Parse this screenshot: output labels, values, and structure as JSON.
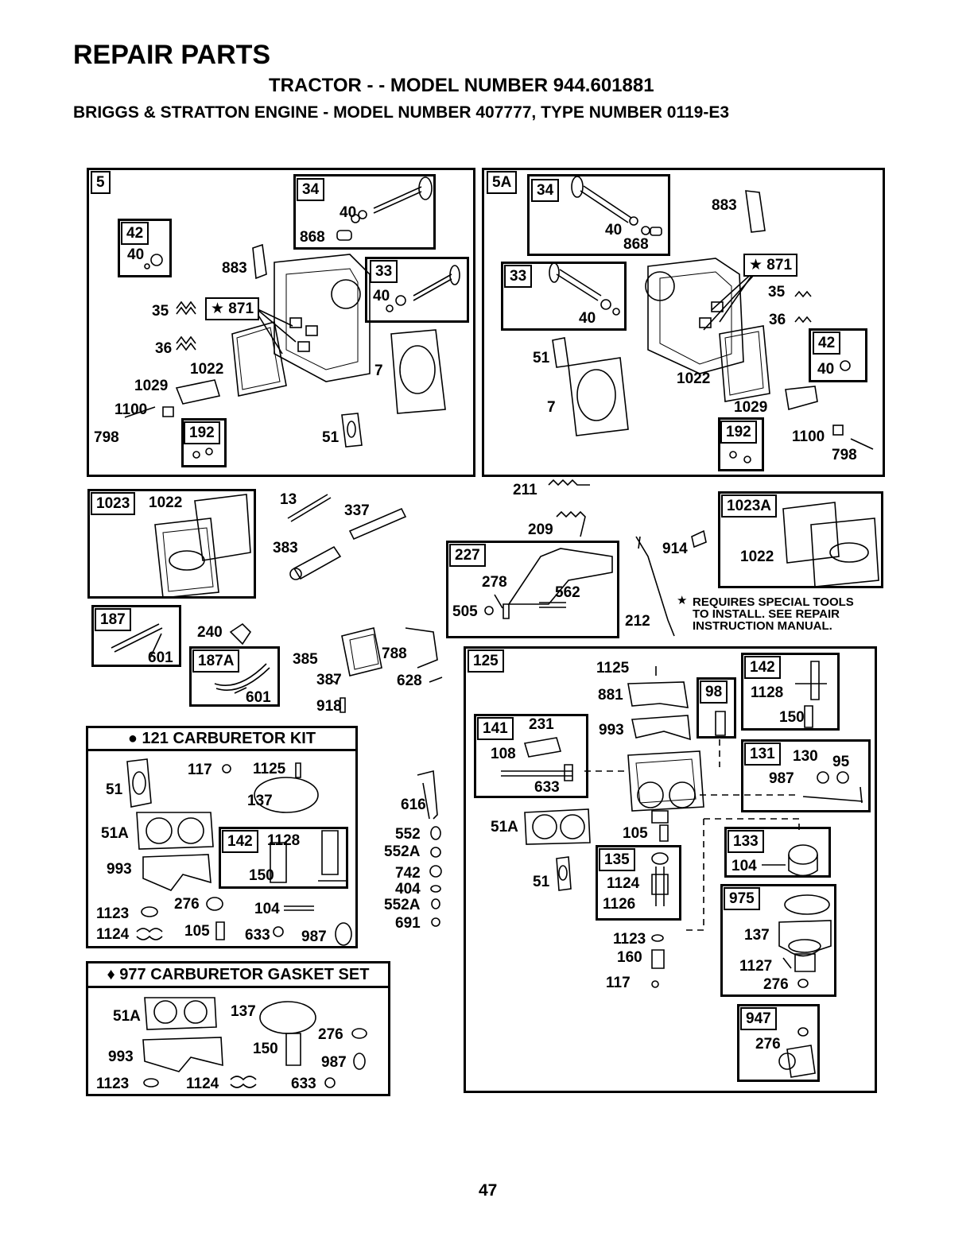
{
  "header": {
    "title": "REPAIR PARTS",
    "subtitle": "TRACTOR - - MODEL NUMBER 944.601881",
    "engine_line": "BRIGGS & STRATTON ENGINE - MODEL NUMBER 407777, TYPE NUMBER 0119-E3"
  },
  "page_number": "47",
  "note": {
    "star": "★",
    "line1": "REQUIRES SPECIAL TOOLS",
    "line2": "TO INSTALL.  SEE REPAIR",
    "line3": "INSTRUCTION MANUAL."
  },
  "kit_121": {
    "title": "● 121 CARBURETOR KIT"
  },
  "kit_977": {
    "title": "♦ 977 CARBURETOR GASKET SET"
  },
  "p": {
    "5": "5",
    "5A": "5A",
    "34": "34",
    "40": "40",
    "42": "42",
    "868": "868",
    "883": "883",
    "33": "33",
    "35": "35",
    "36": "36",
    "871": "★ 871",
    "1022": "1022",
    "1029": "1029",
    "1100": "1100",
    "798": "798",
    "192": "192",
    "7": "7",
    "51": "51",
    "51A": "51A",
    "1023": "1023",
    "1023A": "1023A",
    "13": "13",
    "337": "337",
    "383": "383",
    "211": "211",
    "209": "209",
    "227": "227",
    "278": "278",
    "562": "562",
    "505": "505",
    "212": "212",
    "914": "914",
    "187": "187",
    "187A": "187A",
    "601": "601",
    "240": "240",
    "385": "385",
    "387": "387",
    "918": "918",
    "788": "788",
    "628": "628",
    "125": "125",
    "1125": "1125",
    "881": "881",
    "993": "993",
    "98": "98",
    "142": "142",
    "1128": "1128",
    "150": "150",
    "141": "141",
    "231": "231",
    "108": "108",
    "633": "633",
    "131": "131",
    "130": "130",
    "95": "95",
    "987": "987",
    "105": "105",
    "133": "133",
    "104": "104",
    "135": "135",
    "1124": "1124",
    "1126": "1126",
    "975": "975",
    "137": "137",
    "1127": "1127",
    "276": "276",
    "1123": "1123",
    "160": "160",
    "117": "117",
    "947": "947",
    "616": "616",
    "552": "552",
    "552A": "552A",
    "742": "742",
    "404": "404",
    "691": "691"
  }
}
